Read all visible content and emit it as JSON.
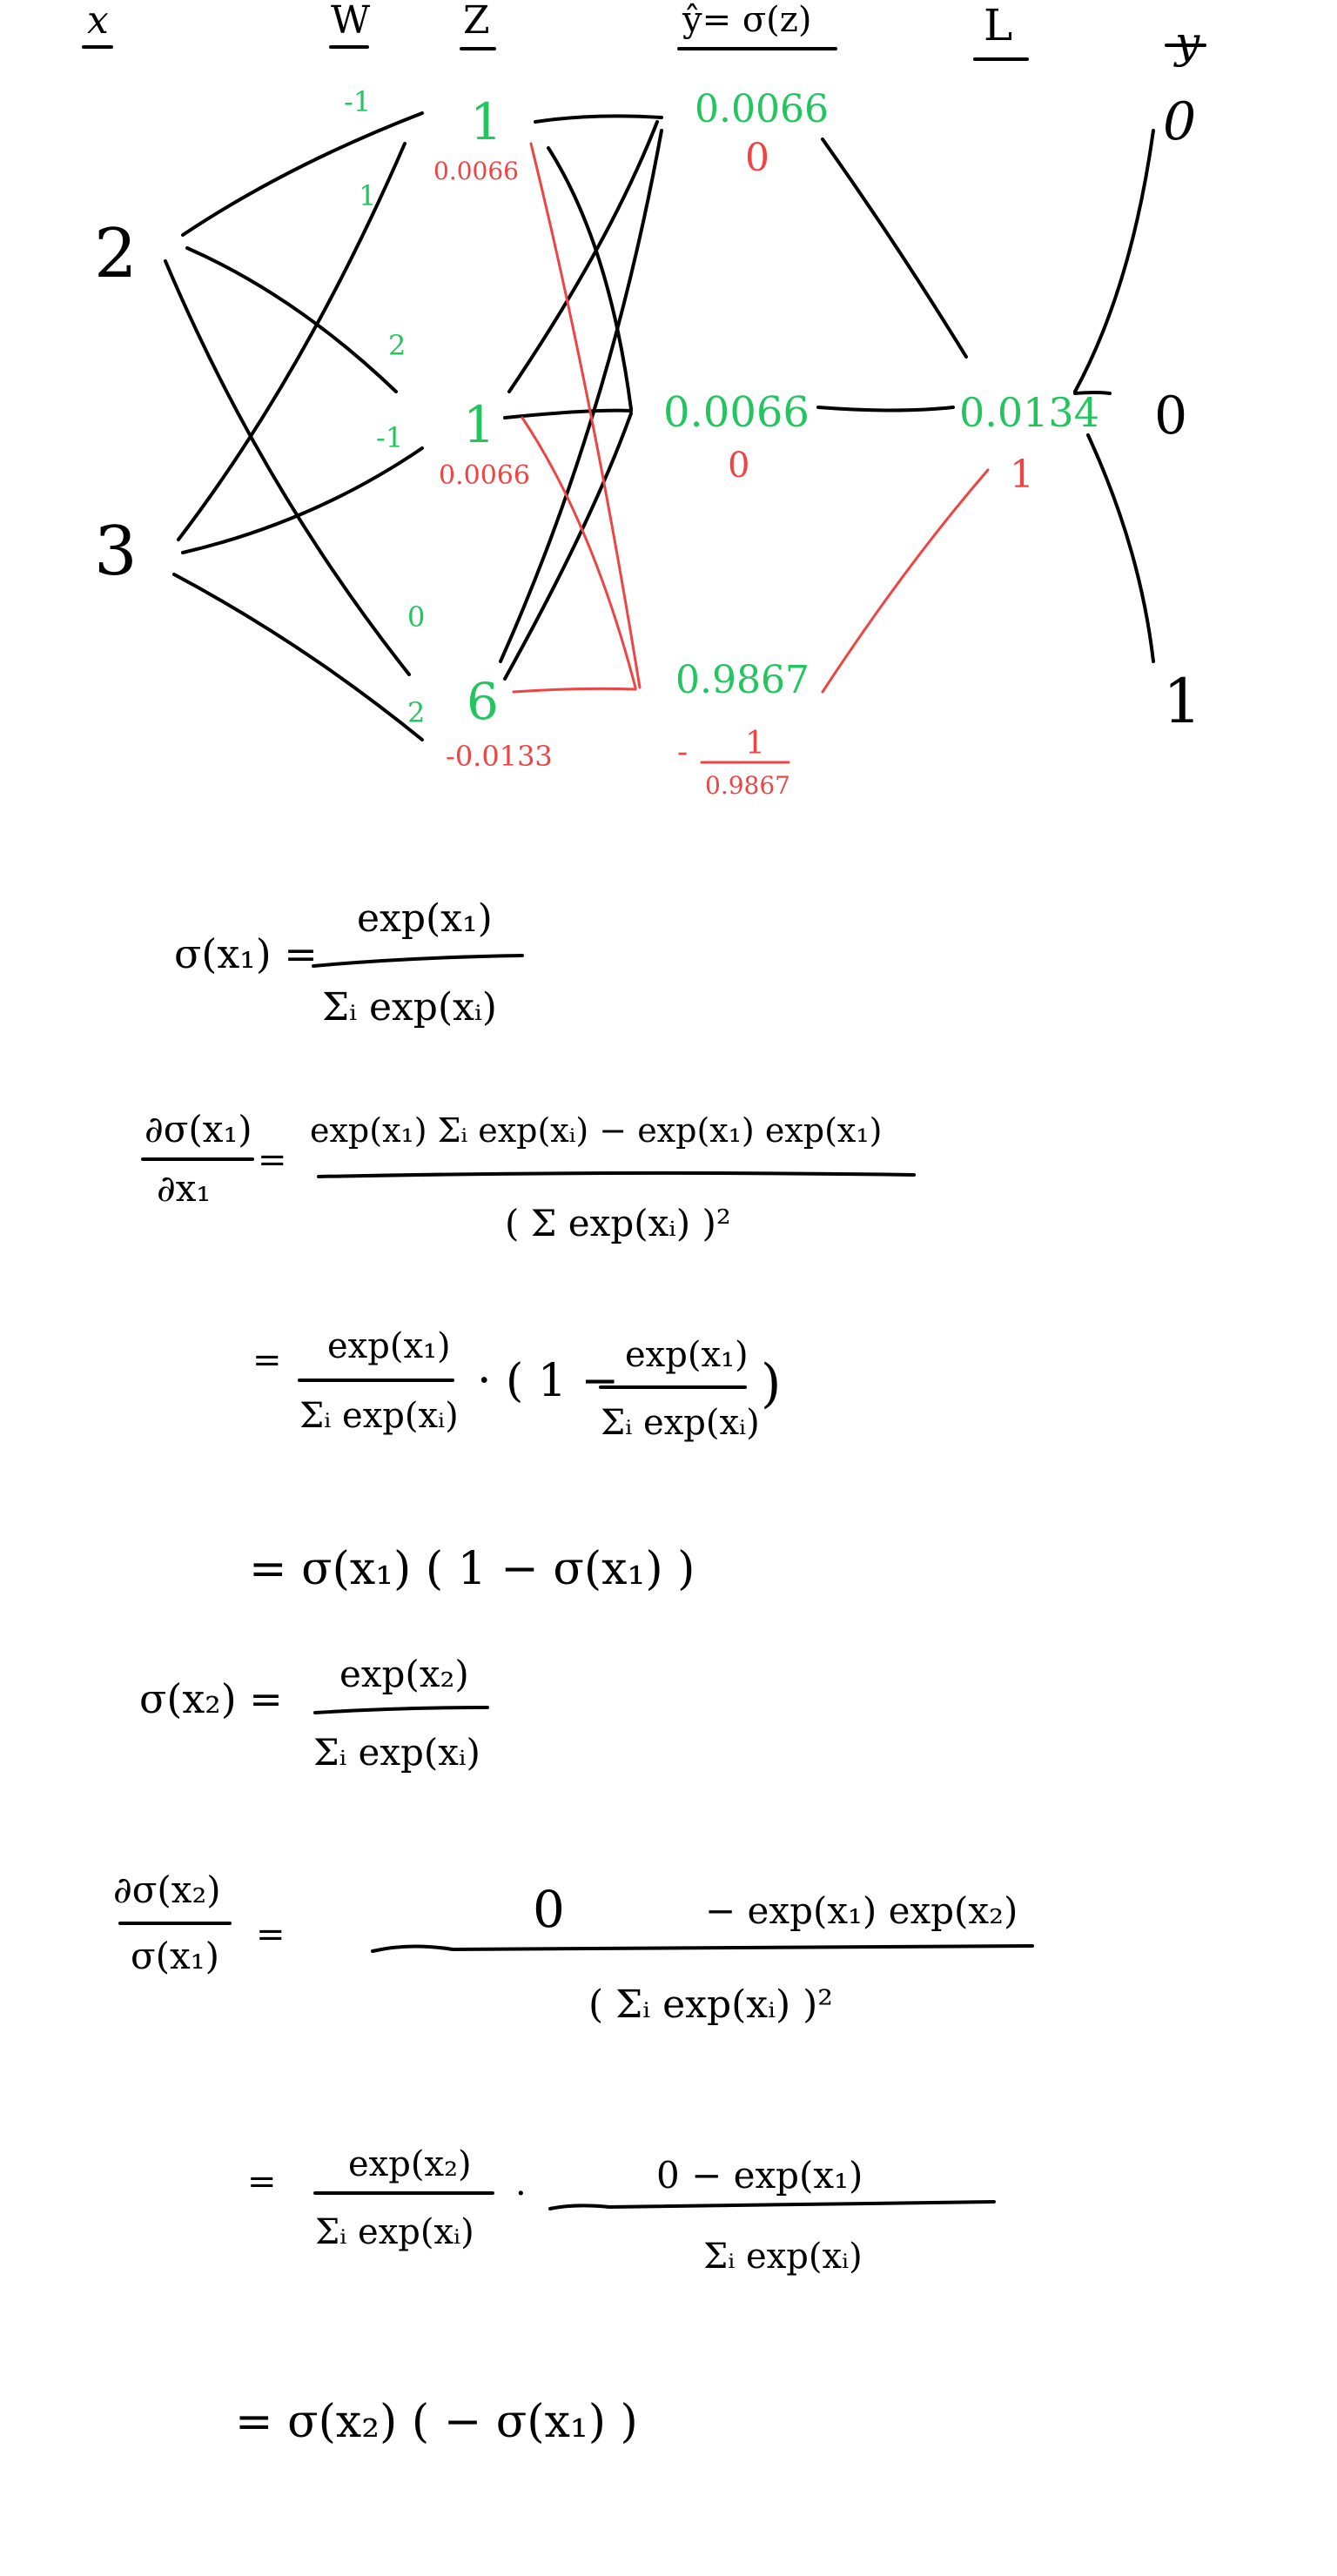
{
  "colors": {
    "ink": "#000000",
    "forward": "#22c55e",
    "gradient": "#ef4444"
  },
  "headers": {
    "x": "x",
    "w": "W",
    "z": "Z",
    "y_hat": "ŷ= σ(z)",
    "loss": "L",
    "y": "y"
  },
  "network": {
    "inputs": [
      "2",
      "3"
    ],
    "weights": [
      "-1",
      "1",
      "2",
      "-1",
      "0",
      "2"
    ],
    "z_values": [
      "1",
      "1",
      "6"
    ],
    "z_grads": [
      "0.0066",
      "0.0066",
      "-0.0133"
    ],
    "y_hat_values": [
      "0.0066",
      "0.0066",
      "0.9867"
    ],
    "y_hat_grads": [
      "0",
      "0",
      "-"
    ],
    "y_hat_grad_fraction": {
      "numerator": "1",
      "denominator": "0.9867"
    },
    "loss_value": "0.0134",
    "loss_grad": "1",
    "targets": [
      "0",
      "0",
      "1"
    ]
  },
  "equations": {
    "softmax_lhs": "σ(x₁) =",
    "softmax_num": "exp(x₁)",
    "softmax_den": "Σᵢ exp(xᵢ)",
    "d1_lhs_num": "∂σ(x₁)",
    "d1_lhs_den": "∂x₁",
    "d1_num": "exp(x₁) Σᵢ exp(xᵢ)  −  exp(x₁) exp(x₁)",
    "d1_den": "( Σ exp(xᵢ) )²",
    "d1_step2_a_num": "exp(x₁)",
    "d1_step2_a_den": "Σᵢ exp(xᵢ)",
    "d1_step2_b_prefix": "· ( 1 −",
    "d1_step2_b_num": "exp(x₁)",
    "d1_step2_b_den": "Σᵢ exp(xᵢ)",
    "d1_step2_close": ")",
    "d1_result": "= σ(x₁) ( 1 − σ(x₁) )",
    "softmax2_lhs": "σ(x₂) =",
    "softmax2_num": "exp(x₂)",
    "softmax2_den": "Σᵢ exp(xᵢ)",
    "d2_lhs_num": "∂σ(x₂)",
    "d2_lhs_den": "σ(x₁)",
    "d2_num_a": "0",
    "d2_num_b": "−  exp(x₁) exp(x₂)",
    "d2_den": "( Σᵢ exp(xᵢ) )²",
    "d2_step2_a_num": "exp(x₂)",
    "d2_step2_a_den": "Σᵢ exp(xᵢ)",
    "d2_step2_b_num": "0   −  exp(x₁)",
    "d2_step2_b_den": "Σᵢ exp(xᵢ)",
    "d2_result": "= σ(x₂) (  − σ(x₁) )",
    "eq_sign": "=",
    "dot": "·"
  }
}
